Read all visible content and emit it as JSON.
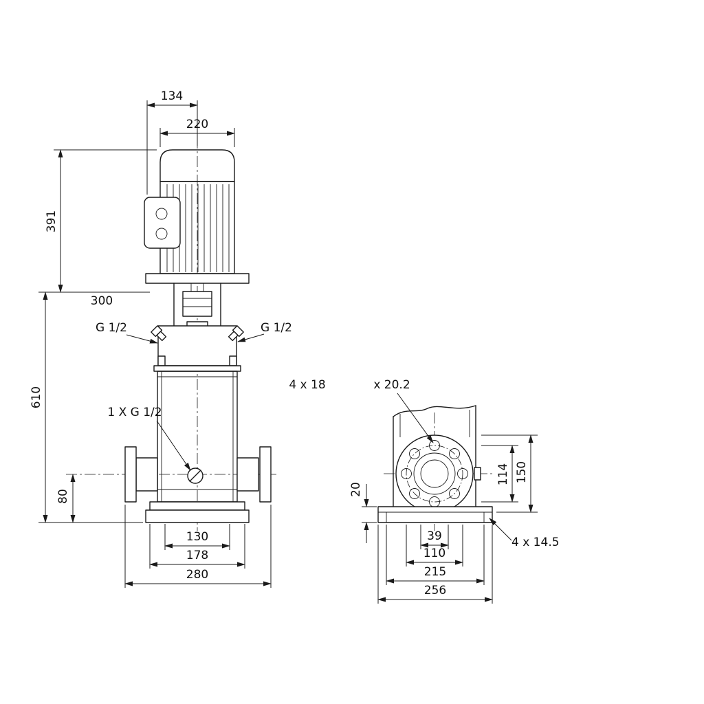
{
  "drawing_title": "Vertical multistage pump dimensional drawing",
  "colors": {
    "line": "#1a1a1a",
    "background": "#ffffff"
  },
  "front": {
    "dim_motor_top_width": "134",
    "dim_motor_width": "220",
    "dim_motor_height": "391",
    "dim_head_length": "300",
    "dim_pump_height": "610",
    "dim_port_height": "80",
    "dim_base_hole_span": "130",
    "dim_base_plate_width": "178",
    "dim_port_to_port": "280",
    "plug_left_label": "G 1/2",
    "plug_right_label": "G 1/2",
    "drain_label": "1 X G 1/2"
  },
  "side": {
    "flange_holes_label": "4 x 18",
    "counterbore_label": "x 20.2",
    "dim_base_thickness": "20",
    "dim_bolt_span": "114",
    "dim_flange_od": "150",
    "dim_bore": "39",
    "dim_bolt_circle": "110",
    "dim_base_hole_span": "215",
    "dim_base_length": "256",
    "base_holes_label": "4 x 14.5"
  }
}
